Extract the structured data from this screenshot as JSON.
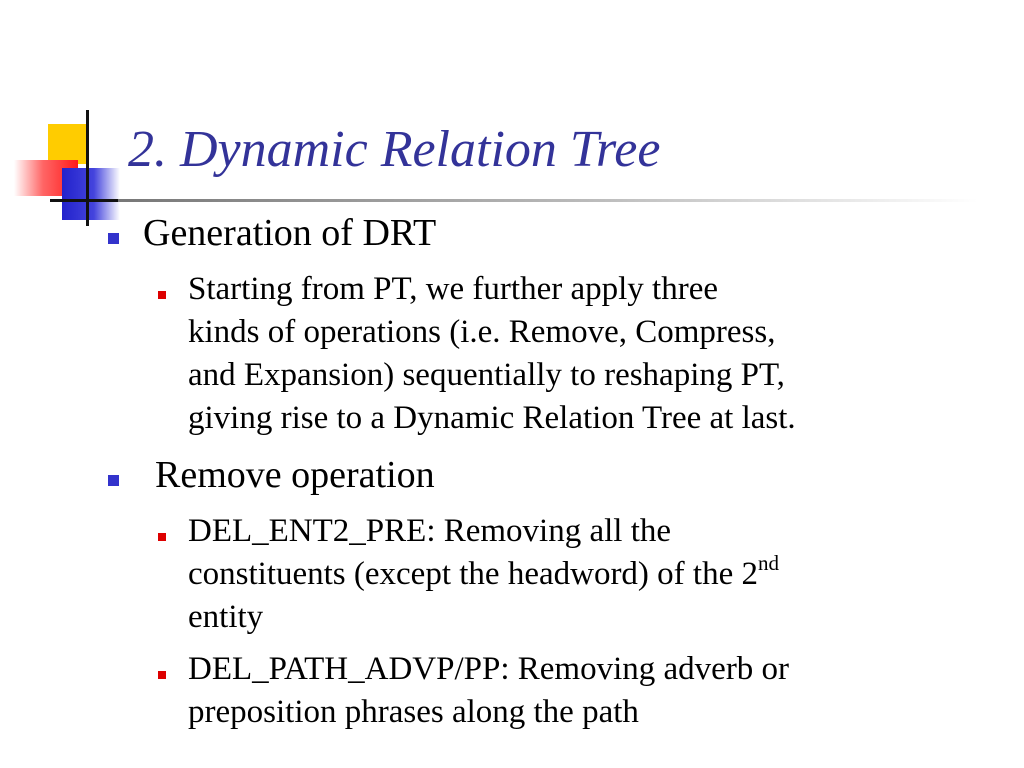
{
  "slide": {
    "title": "2. Dynamic Relation Tree",
    "bullets": [
      {
        "text": "Generation of DRT",
        "sub": [
          {
            "lines": [
              "Starting from PT, we further apply three",
              "kinds of operations (i.e. Remove, Compress,",
              "and Expansion) sequentially to reshaping PT,",
              "giving rise to a Dynamic Relation Tree at last."
            ]
          }
        ]
      },
      {
        "text": "Remove operation",
        "sub": [
          {
            "line1_main": "DEL_ENT2_PRE: Removing all the",
            "line2_main": "constituents (except the headword) of the 2",
            "line2_sup": "nd",
            "line3_main": "entity"
          },
          {
            "lines": [
              "DEL_PATH_ADVP/PP: Removing adverb or",
              "preposition phrases along the path"
            ]
          }
        ]
      }
    ]
  },
  "colors": {
    "title": "#333399",
    "level1_bullet": "#3333cc",
    "level2_bullet": "#dd0000",
    "logo_yellow": "#ffcc00",
    "logo_red": "#ff1a1a",
    "logo_blue": "#2222cc"
  }
}
